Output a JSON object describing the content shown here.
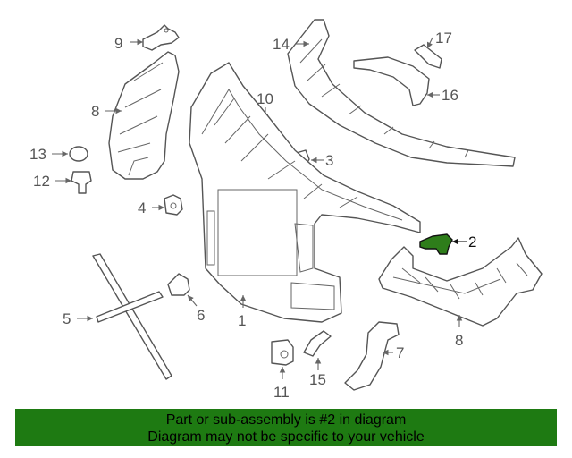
{
  "colors": {
    "highlight": "#2e7d1a",
    "footer_bg": "#1e7a12",
    "line": "#555555"
  },
  "callouts": [
    "1",
    "2",
    "3",
    "4",
    "5",
    "6",
    "7",
    "8",
    "8",
    "9",
    "10",
    "11",
    "12",
    "13",
    "14",
    "15",
    "16",
    "17"
  ],
  "highlighted_part": "2",
  "footer": {
    "line1": "Part or sub-assembly is #2 in diagram",
    "line2": "Diagram may not be specific to your vehicle"
  }
}
